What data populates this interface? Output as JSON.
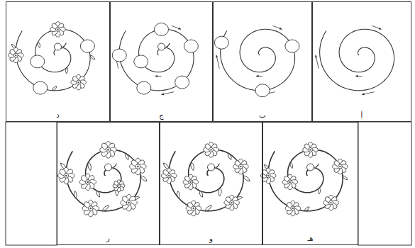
{
  "diagram": {
    "nodes": [
      {
        "text": [
          "أ"
        ]
      },
      {
        "text": [
          "ب"
        ]
      },
      {
        "text": [
          "ج"
        ]
      },
      {
        "text": [
          "د"
        ]
      },
      {
        "text": [
          "هـ"
        ]
      },
      {
        "text": [
          "و"
        ]
      },
      {
        "text": [
          "ز"
        ]
      }
    ]
  }
}
